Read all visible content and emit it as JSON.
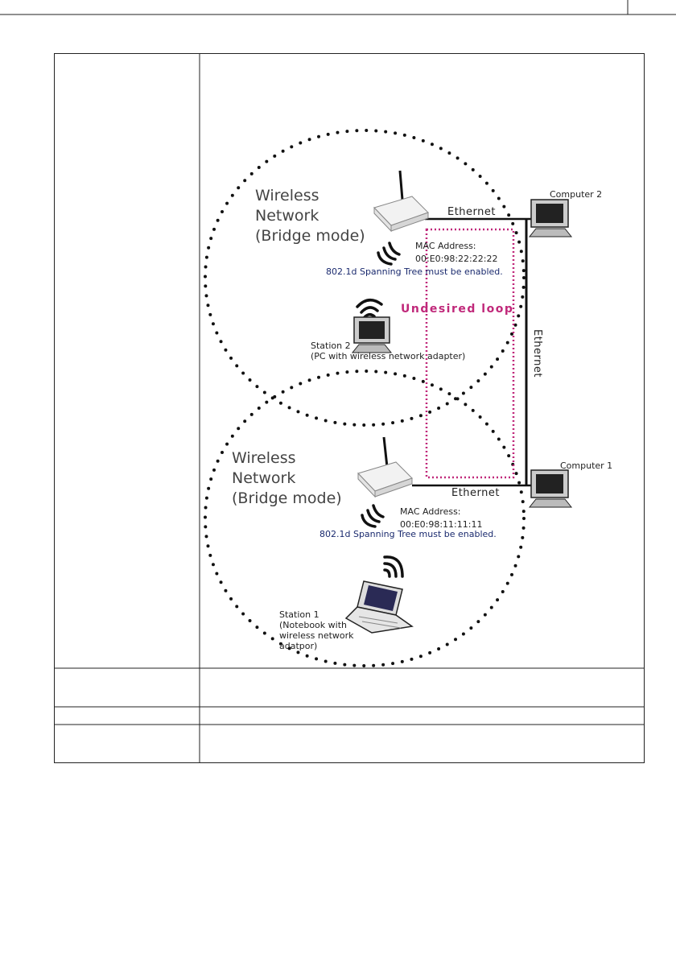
{
  "diagram": {
    "network_top": {
      "line1": "Wireless",
      "line2": "Network",
      "line3": "(Bridge mode)"
    },
    "network_bottom": {
      "line1": "Wireless",
      "line2": "Network",
      "line3": "(Bridge mode)"
    },
    "ethernet_top": "Ethernet",
    "ethernet_bottom": "Ethernet",
    "ethernet_vertical": "Ethernet",
    "computer2": "Computer 2",
    "computer1": "Computer 1",
    "mac_top_label": "MAC Address:",
    "mac_top_value": "00:E0:98:22:22:22",
    "mac_bottom_label": "MAC Address:",
    "mac_bottom_value": "00:E0:98:11:11:11",
    "stp_top": "802.1d Spanning Tree must be enabled.",
    "stp_bottom": "802.1d Spanning Tree must be enabled.",
    "undesired_loop": "Undesired loop",
    "station2_line1": "Station 2",
    "station2_line2": "(PC with wireless network adapter)",
    "station1_line1": "Station 1",
    "station1_line2": "(Notebook with",
    "station1_line3": "wireless network",
    "station1_line4": "adatpor)"
  },
  "colors": {
    "loop": "#c0287a",
    "stp_text": "#1a2a6e",
    "line": "#111111"
  }
}
